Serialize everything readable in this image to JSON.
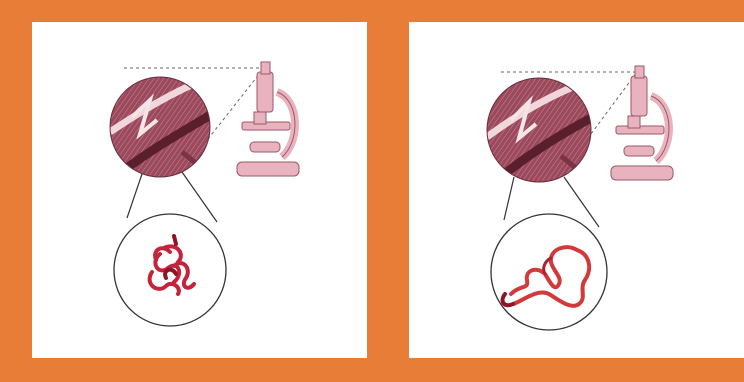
{
  "panels": [
    {
      "id": "left",
      "strand_shape": "compact-coil",
      "colors": {
        "frame_background": "#e87d38",
        "panel_background": "#ffffff",
        "tissue_circle": "#9a4a5c",
        "microscope": "#e8b2be",
        "strand": "#c5233a"
      }
    },
    {
      "id": "right",
      "strand_shape": "extended-loop",
      "colors": {
        "frame_background": "#e87d38",
        "panel_background": "#ffffff",
        "tissue_circle": "#9a4a5c",
        "microscope": "#e8b2be",
        "strand": "#d23a3a"
      }
    }
  ],
  "icons": [
    "microscope-icon",
    "tissue-magnified-icon",
    "magnifier-circle-icon",
    "strand-icon"
  ]
}
